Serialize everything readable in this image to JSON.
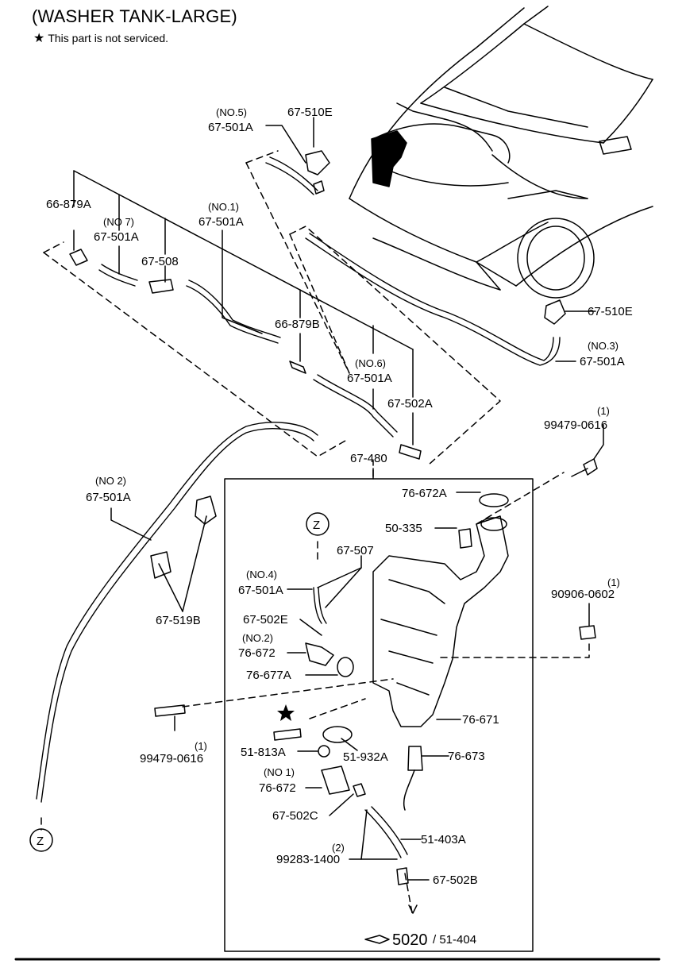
{
  "header": {
    "title": "(WASHER TANK-LARGE)",
    "note_symbol": "★",
    "note_text": "This part is not serviced."
  },
  "callouts": {
    "no5": "(NO.5)",
    "p67_501A_no5": "67-501A",
    "p67_510E_top": "67-510E",
    "p66_879A": "66-879A",
    "no7": "(NO 7)",
    "p67_501A_no7": "67-501A",
    "no1_hose": "(NO.1)",
    "p67_501A_no1": "67-501A",
    "p67_508": "67-508",
    "p66_879B": "66-879B",
    "no6": "(NO.6)",
    "p67_501A_no6": "67-501A",
    "p67_502A": "67-502A",
    "p67_510E_right": "67-510E",
    "no3": "(NO.3)",
    "p67_501A_no3": "67-501A",
    "qty_1a": "(1)",
    "p99479_0616_top": "99479-0616",
    "p67_480": "67-480",
    "no2_hose": "(NO 2)",
    "p67_501A_no2": "67-501A",
    "p76_672A": "76-672A",
    "p50_335": "50-335",
    "z_top": "Z",
    "p67_507": "67-507",
    "no4": "(NO.4)",
    "p67_501A_no4": "67-501A",
    "qty_1b": "(1)",
    "p90906_0602": "90906-0602",
    "p67_502E": "67-502E",
    "no2_pump": "(NO.2)",
    "p76_672_no2": "76-672",
    "p67_519B": "67-519B",
    "p76_677A": "76-677A",
    "p76_671": "76-671",
    "p99479_0616_bottom": "99479-0616",
    "qty_1c": "(1)",
    "p51_813A": "51-813A",
    "p51_932A": "51-932A",
    "p76_673": "76-673",
    "no1_pump": "(NO 1)",
    "p76_672_no1": "76-672",
    "p67_502C": "67-502C",
    "z_bottom": "Z",
    "p51_403A": "51-403A",
    "qty_2": "(2)",
    "p99283_1400": "99283-1400",
    "p67_502B": "67-502B",
    "ref_page": "5020",
    "ref_part": "/ 51-404"
  }
}
